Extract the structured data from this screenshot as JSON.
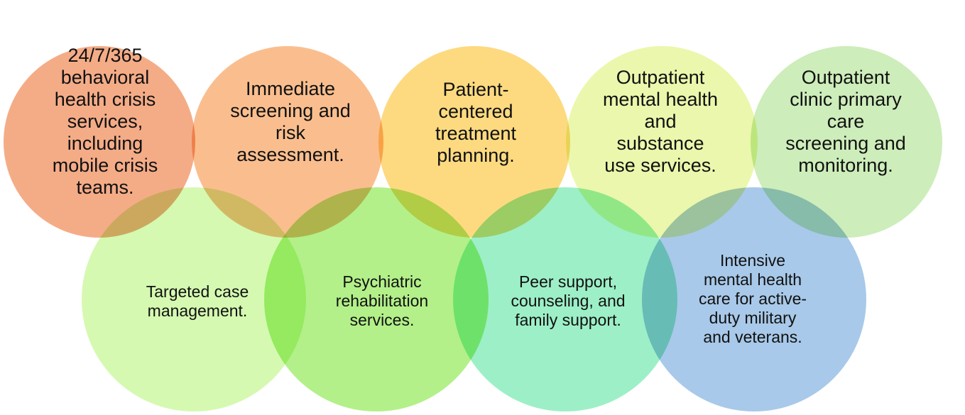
{
  "diagram": {
    "top_row": [
      {
        "id": "crisis-services",
        "lines": [
          "24/7/365",
          "behavioral",
          "health crisis",
          "services,",
          "including",
          "mobile crisis",
          "teams."
        ],
        "color": "#F2A076"
      },
      {
        "id": "screening-assessment",
        "lines": [
          "Immediate",
          "screening and",
          "risk",
          "assessment."
        ],
        "color": "#F9B57E"
      },
      {
        "id": "treatment-planning",
        "lines": [
          "Patient-",
          "centered",
          "treatment",
          "planning."
        ],
        "color": "#FDD56E"
      },
      {
        "id": "outpatient-mh-su",
        "lines": [
          "Outpatient",
          "mental health",
          "and",
          "substance",
          "use services."
        ],
        "color": "#E8F6A0"
      },
      {
        "id": "primary-care-screening",
        "lines": [
          "Outpatient",
          "clinic primary",
          "care",
          "screening and",
          "monitoring."
        ],
        "color": "#C6EBB0"
      }
    ],
    "bottom_row": [
      {
        "id": "case-management",
        "lines": [
          "Targeted case",
          "management."
        ],
        "color": "#CFF8A6"
      },
      {
        "id": "psych-rehab",
        "lines": [
          "Psychiatric",
          "rehabilitation",
          "services."
        ],
        "color": "#A9EE79"
      },
      {
        "id": "peer-support",
        "lines": [
          "Peer support,",
          "counseling, and",
          "family support."
        ],
        "color": "#90EDBF"
      },
      {
        "id": "military-veterans",
        "lines": [
          "Intensive",
          "mental health",
          "care for active-",
          "duty military",
          "and veterans."
        ],
        "color": "#9CC1E6"
      }
    ]
  }
}
